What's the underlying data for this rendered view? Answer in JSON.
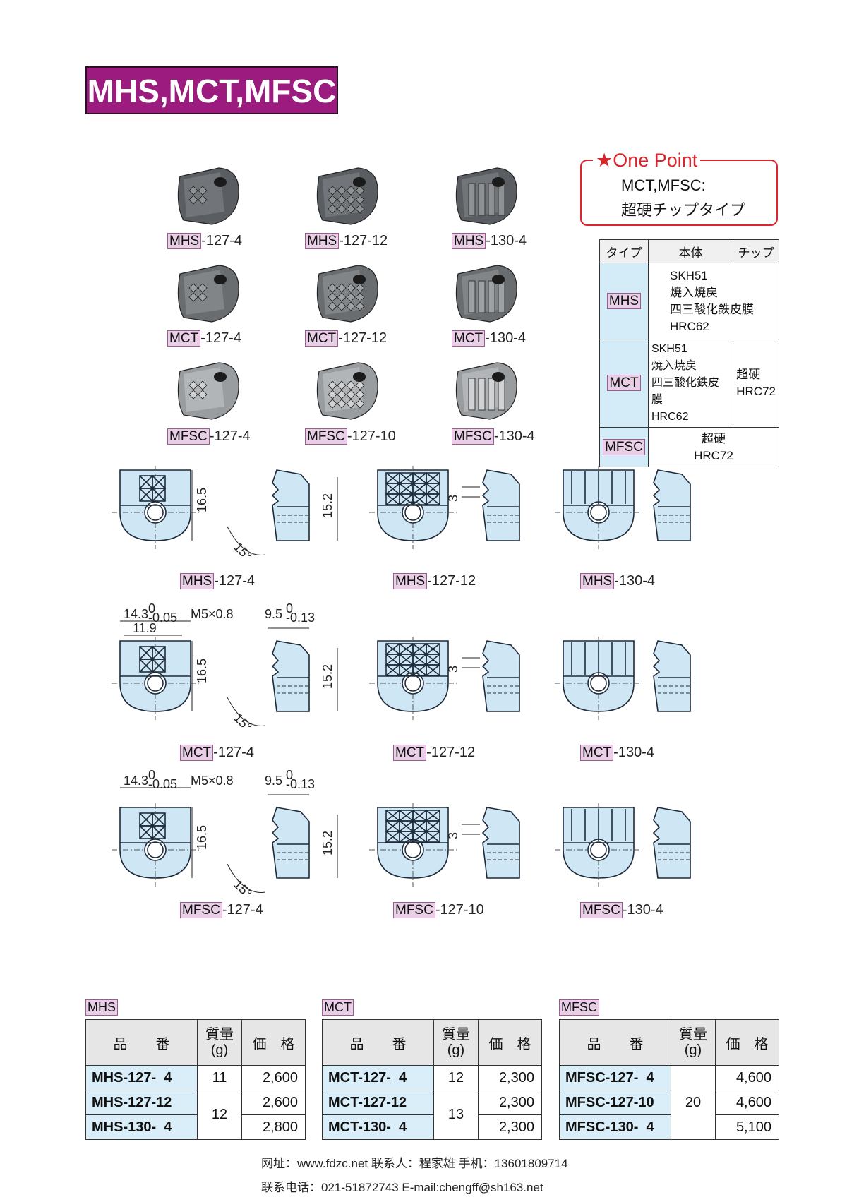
{
  "title": "MHS,MCT,MFSC",
  "photos": [
    {
      "prefix": "MHS",
      "suffix": "-127-4"
    },
    {
      "prefix": "MHS",
      "suffix": "-127-12"
    },
    {
      "prefix": "MHS",
      "suffix": "-130-4"
    },
    {
      "prefix": "MCT",
      "suffix": "-127-4"
    },
    {
      "prefix": "MCT",
      "suffix": "-127-12"
    },
    {
      "prefix": "MCT",
      "suffix": "-130-4"
    },
    {
      "prefix": "MFSC",
      "suffix": "-127-4"
    },
    {
      "prefix": "MFSC",
      "suffix": "-127-10"
    },
    {
      "prefix": "MFSC",
      "suffix": "-130-4"
    }
  ],
  "one_point": {
    "title": "★One Point",
    "line1": "MCT,MFSC:",
    "line2": "超硬チップタイプ"
  },
  "material_table": {
    "headers": [
      "タイプ",
      "本体",
      "チップ"
    ],
    "rows": [
      {
        "type": "MHS",
        "body": [
          "SKH51",
          "焼入焼戻",
          "四三酸化鉄皮膜",
          "HRC62"
        ],
        "tip": []
      },
      {
        "type": "MCT",
        "body": [
          "SKH51",
          "焼入焼戻",
          "四三酸化鉄皮膜",
          "HRC62"
        ],
        "tip": [
          "超硬",
          "HRC72"
        ]
      },
      {
        "type": "MFSC",
        "body": [
          "超硬",
          "HRC72"
        ],
        "tip": []
      }
    ]
  },
  "drawings": {
    "dims": {
      "width": "14.3",
      "width_tol_upper": "0",
      "width_tol_lower": "-0.05",
      "thread": "M5×0.8",
      "thickness": "9.5",
      "thickness_tol_upper": "0",
      "thickness_tol_lower": "-0.13",
      "height": "16.5",
      "side_height": "15.2",
      "angle": "15°",
      "pitch": "3",
      "inner_width": "11.9"
    },
    "labels": [
      {
        "prefix": "MHS",
        "suffix": "-127-4"
      },
      {
        "prefix": "MHS",
        "suffix": "-127-12"
      },
      {
        "prefix": "MHS",
        "suffix": "-130-4"
      },
      {
        "prefix": "MCT",
        "suffix": "-127-4"
      },
      {
        "prefix": "MCT",
        "suffix": "-127-12"
      },
      {
        "prefix": "MCT",
        "suffix": "-130-4"
      },
      {
        "prefix": "MFSC",
        "suffix": "-127-4"
      },
      {
        "prefix": "MFSC",
        "suffix": "-127-10"
      },
      {
        "prefix": "MFSC",
        "suffix": "-130-4"
      }
    ]
  },
  "price_tables": [
    {
      "tag": "MHS",
      "headers": [
        "品　　番",
        "質量\n(g)",
        "価　格"
      ],
      "rows": [
        {
          "code": "MHS-127-  4",
          "mass": "11",
          "price": "2,600"
        },
        {
          "code": "MHS-127-12",
          "mass": "12",
          "price": "2,600"
        },
        {
          "code": "MHS-130-  4",
          "mass": "",
          "price": "2,800"
        }
      ]
    },
    {
      "tag": "MCT",
      "headers": [
        "品　　番",
        "質量\n(g)",
        "価　格"
      ],
      "rows": [
        {
          "code": "MCT-127-  4",
          "mass": "12",
          "price": "2,300"
        },
        {
          "code": "MCT-127-12",
          "mass": "13",
          "price": "2,300"
        },
        {
          "code": "MCT-130-  4",
          "mass": "",
          "price": "2,300"
        }
      ]
    },
    {
      "tag": "MFSC",
      "headers": [
        "品　　番",
        "質量\n(g)",
        "価　格"
      ],
      "rows": [
        {
          "code": "MFSC-127-  4",
          "mass": "20",
          "price": "4,600"
        },
        {
          "code": "MFSC-127-10",
          "mass": "",
          "price": "4,600"
        },
        {
          "code": "MFSC-130-  4",
          "mass": "",
          "price": "5,100"
        }
      ]
    }
  ],
  "footer": {
    "line1": "网址：www.fdzc.net   联系人：程家雄  手机：13601809714",
    "line2": "联系电话：021-51872743          E-mail:chengff@sh163.net"
  }
}
